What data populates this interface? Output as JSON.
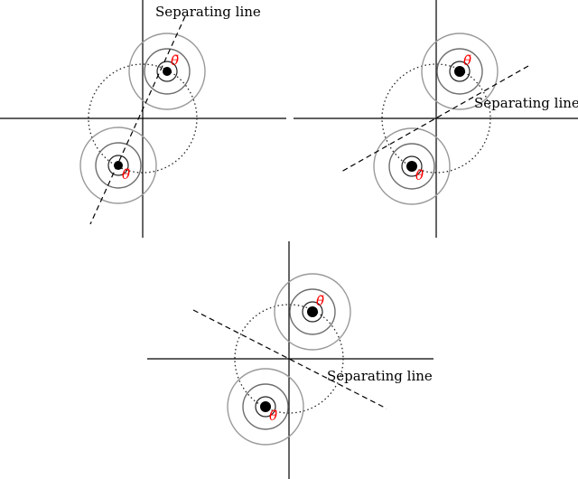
{
  "panels": [
    {
      "separating_label": "Separating line",
      "theta_upper": "θ̃",
      "theta_lower": "θ̃"
    },
    {
      "separating_label": "Separating line",
      "theta_upper": "θ̃",
      "theta_lower": "θ̃"
    },
    {
      "separating_label": "Separating line",
      "theta_upper": "θ̃",
      "theta_lower": "θ̃"
    }
  ],
  "colors": {
    "theta": "#ff0000",
    "axes": "#000000",
    "rings": "#9a9a9a"
  }
}
